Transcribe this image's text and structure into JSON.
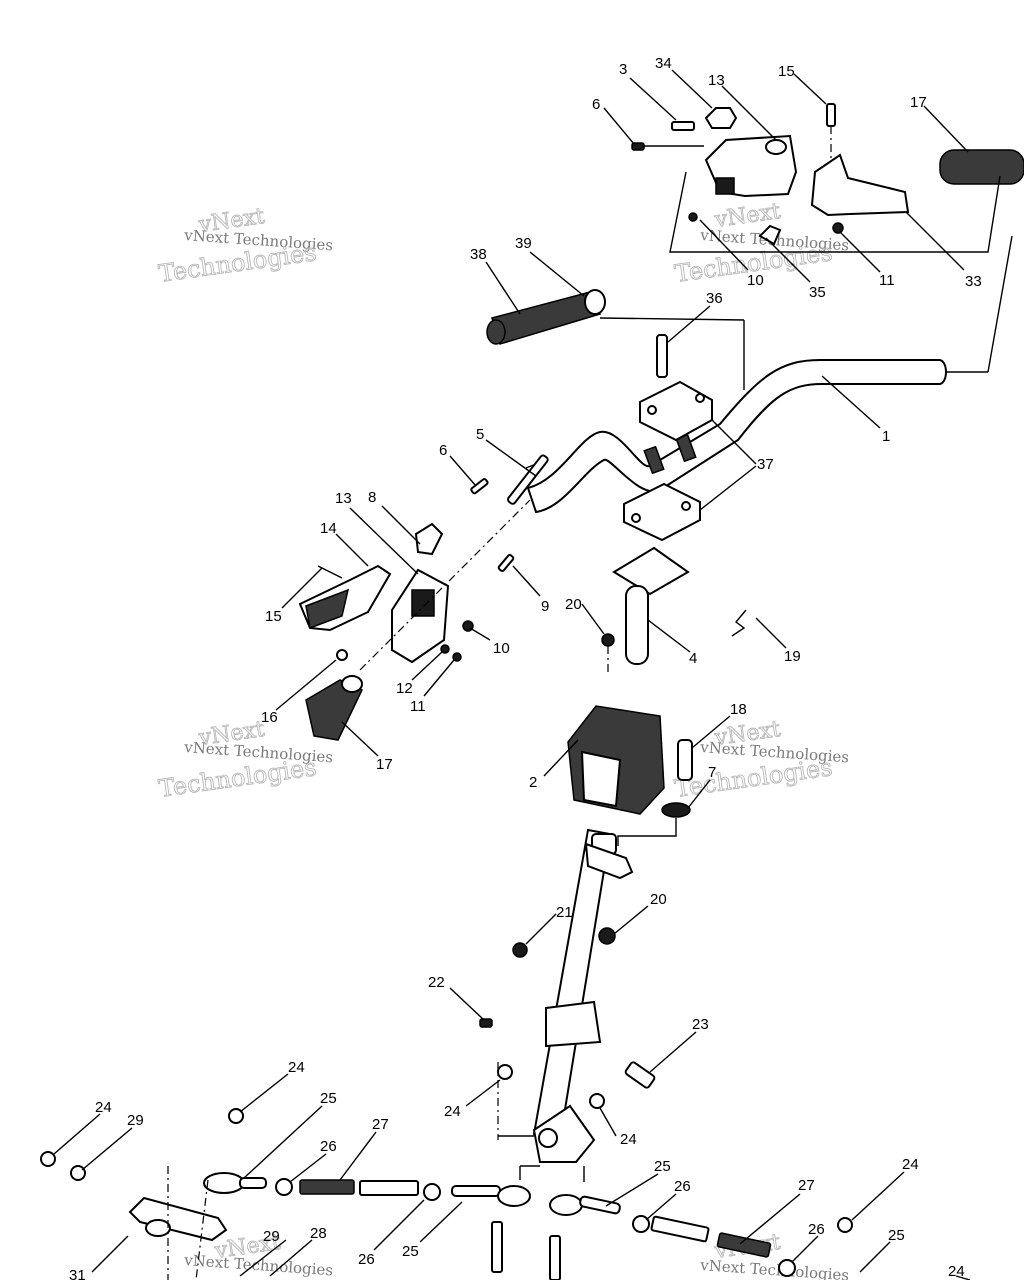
{
  "watermark": {
    "line1": "vNext",
    "line2": "vNext Technologies",
    "line3": "Technologies"
  },
  "callouts": {
    "c1": "1",
    "c2": "2",
    "c3": "3",
    "c4": "4",
    "c5": "5",
    "c6a": "6",
    "c6b": "6",
    "c7": "7",
    "c8": "8",
    "c9": "9",
    "c10a": "10",
    "c10b": "10",
    "c11a": "11",
    "c11b": "11",
    "c12": "12",
    "c13a": "13",
    "c13b": "13",
    "c14": "14",
    "c15a": "15",
    "c15b": "15",
    "c16": "16",
    "c17a": "17",
    "c17b": "17",
    "c18": "18",
    "c19": "19",
    "c20a": "20",
    "c20b": "20",
    "c21": "21",
    "c22": "22",
    "c23": "23",
    "c24a": "24",
    "c24b": "24",
    "c24c": "24",
    "c24d": "24",
    "c24e": "24",
    "c24f": "24",
    "c25a": "25",
    "c25b": "25",
    "c25c": "25",
    "c25d": "25",
    "c26a": "26",
    "c26b": "26",
    "c26c": "26",
    "c26d": "26",
    "c27a": "27",
    "c27b": "27",
    "c28": "28",
    "c29a": "29",
    "c29b": "29",
    "c31": "31",
    "c33": "33",
    "c34": "34",
    "c35": "35",
    "c36": "36",
    "c37": "37",
    "c38": "38",
    "c39": "39"
  }
}
